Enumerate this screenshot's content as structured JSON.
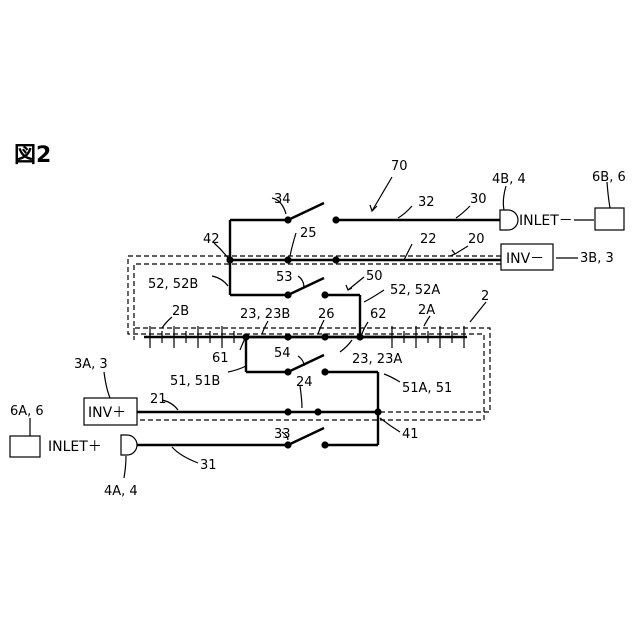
{
  "figure": {
    "title": "図2"
  },
  "terminals": {
    "inlet_minus": "INLET－",
    "inlet_plus": "INLET＋",
    "inv_minus": "INV－",
    "inv_plus": "INV＋"
  },
  "labels": {
    "l70": "70",
    "l34": "34",
    "l32": "32",
    "l30": "30",
    "l4b": "4B, 4",
    "l6b": "6B, 6",
    "l42": "42",
    "l25": "25",
    "l22": "22",
    "l20": "20",
    "l3b": "3B, 3",
    "l52b": "52, 52B",
    "l53": "53",
    "l50": "50",
    "l52a": "52, 52A",
    "l2b": "2B",
    "l23b": "23, 23B",
    "l26": "26",
    "l62": "62",
    "l2a": "2A",
    "l2": "2",
    "l61": "61",
    "l54": "54",
    "l23a": "23, 23A",
    "l3a": "3A, 3",
    "l51b": "51, 51B",
    "l24": "24",
    "l51a": "51A, 51",
    "l21": "21",
    "l6a": "6A, 6",
    "l33": "33",
    "l41": "41",
    "l31": "31",
    "l4a": "4A, 4"
  }
}
